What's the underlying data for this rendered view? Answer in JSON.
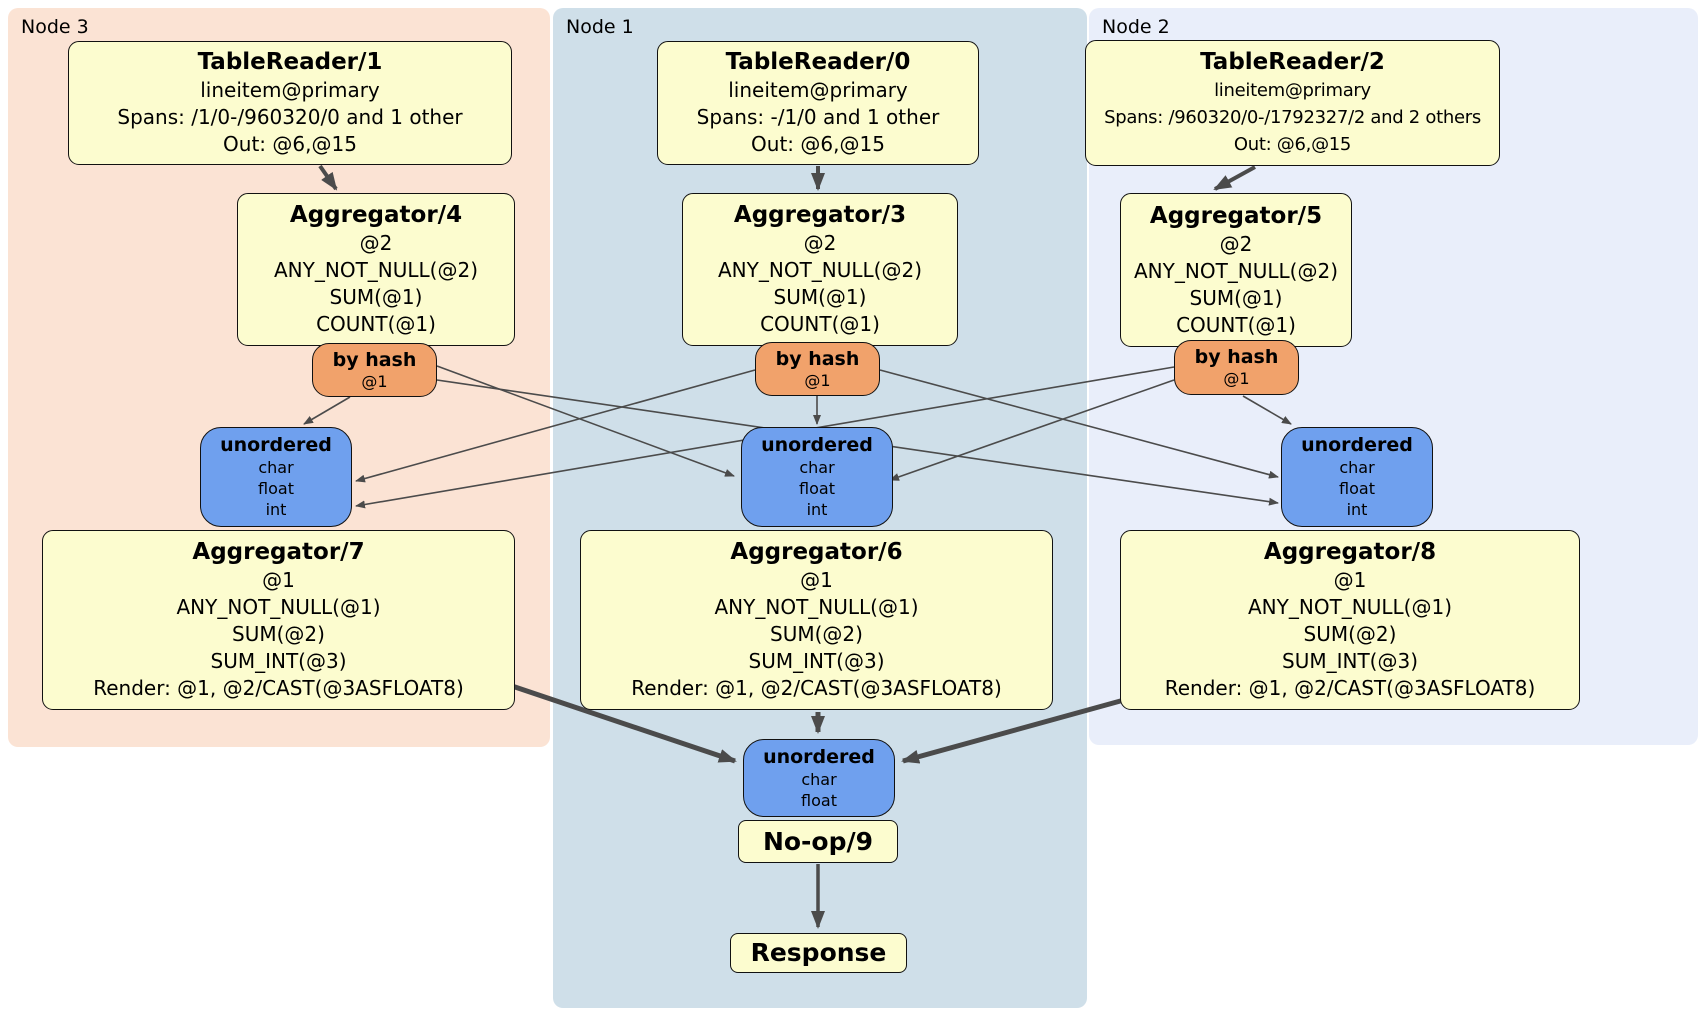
{
  "diagram": {
    "regions": [
      {
        "label": "Node 3"
      },
      {
        "label": "Node 1"
      },
      {
        "label": "Node 2"
      }
    ],
    "colors": {
      "node3_bg": "#fbe3d4",
      "node1_bg": "#cfdfe9",
      "node2_bg": "#e9eefa",
      "processor_fill": "#fcfccf",
      "router_fill": "#f1a26b",
      "sync_fill": "#6fa0ee",
      "edge_color": "#4b4b4b"
    },
    "boxes": {
      "tablereader1": {
        "title": "TableReader/1",
        "lines": [
          "lineitem@primary",
          "Spans: /1/0-/960320/0 and 1 other",
          "Out: @6,@15"
        ]
      },
      "tablereader0": {
        "title": "TableReader/0",
        "lines": [
          "lineitem@primary",
          "Spans: -/1/0 and 1 other",
          "Out: @6,@15"
        ]
      },
      "tablereader2": {
        "title": "TableReader/2",
        "lines": [
          "lineitem@primary",
          "Spans: /960320/0-/1792327/2 and 2 others",
          "Out: @6,@15"
        ]
      },
      "aggregator4": {
        "title": "Aggregator/4",
        "lines": [
          "@2",
          "ANY_NOT_NULL(@2)",
          "SUM(@1)",
          "COUNT(@1)"
        ]
      },
      "aggregator3": {
        "title": "Aggregator/3",
        "lines": [
          "@2",
          "ANY_NOT_NULL(@2)",
          "SUM(@1)",
          "COUNT(@1)"
        ]
      },
      "aggregator5": {
        "title": "Aggregator/5",
        "lines": [
          "@2",
          "ANY_NOT_NULL(@2)",
          "SUM(@1)",
          "COUNT(@1)"
        ]
      },
      "byhash3": {
        "title": "by hash",
        "lines": [
          "@1"
        ]
      },
      "byhash1": {
        "title": "by hash",
        "lines": [
          "@1"
        ]
      },
      "byhash2": {
        "title": "by hash",
        "lines": [
          "@1"
        ]
      },
      "unordered3": {
        "title": "unordered",
        "lines": [
          "char",
          "float",
          "int"
        ]
      },
      "unordered1": {
        "title": "unordered",
        "lines": [
          "char",
          "float",
          "int"
        ]
      },
      "unordered2": {
        "title": "unordered",
        "lines": [
          "char",
          "float",
          "int"
        ]
      },
      "aggregator7": {
        "title": "Aggregator/7",
        "lines": [
          "@1",
          "ANY_NOT_NULL(@1)",
          "SUM(@2)",
          "SUM_INT(@3)",
          "Render: @1, @2/CAST(@3ASFLOAT8)"
        ]
      },
      "aggregator6": {
        "title": "Aggregator/6",
        "lines": [
          "@1",
          "ANY_NOT_NULL(@1)",
          "SUM(@2)",
          "SUM_INT(@3)",
          "Render: @1, @2/CAST(@3ASFLOAT8)"
        ]
      },
      "aggregator8": {
        "title": "Aggregator/8",
        "lines": [
          "@1",
          "ANY_NOT_NULL(@1)",
          "SUM(@2)",
          "SUM_INT(@3)",
          "Render: @1, @2/CAST(@3ASFLOAT8)"
        ]
      },
      "unorderedFinal": {
        "title": "unordered",
        "lines": [
          "char",
          "float"
        ]
      },
      "noop9": {
        "title": "No-op/9"
      },
      "response": {
        "title": "Response"
      }
    }
  }
}
